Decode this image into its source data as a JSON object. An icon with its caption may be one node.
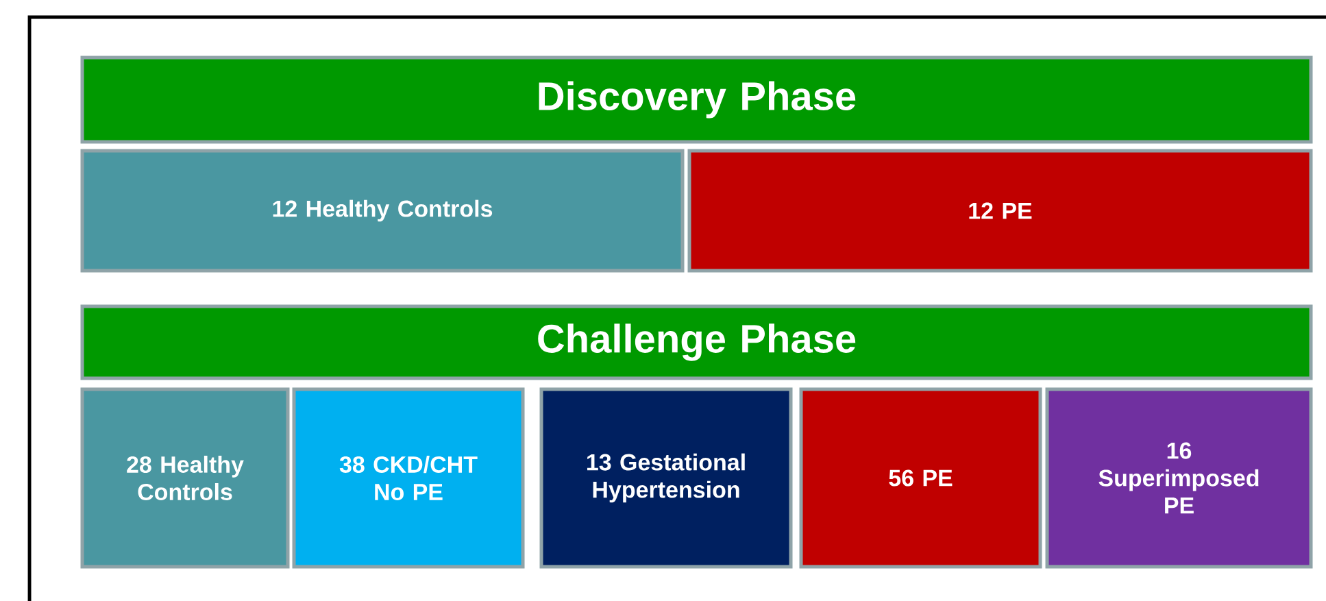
{
  "diagram": {
    "nodes": [
      {
        "text": [
          "Discovery Phase"
        ]
      },
      {
        "text": [
          "12 Healthy Controls"
        ]
      },
      {
        "text": [
          "12 PE"
        ]
      },
      {
        "text": [
          "Challenge Phase"
        ]
      },
      {
        "text": [
          "28 Healthy Controls"
        ]
      },
      {
        "text": [
          "38 CKD/CHT No PE"
        ]
      },
      {
        "text": [
          "13 Gestational Hypertension"
        ]
      },
      {
        "text": [
          "56 PE"
        ]
      },
      {
        "text": [
          "16 Superimposed PE"
        ]
      }
    ]
  }
}
